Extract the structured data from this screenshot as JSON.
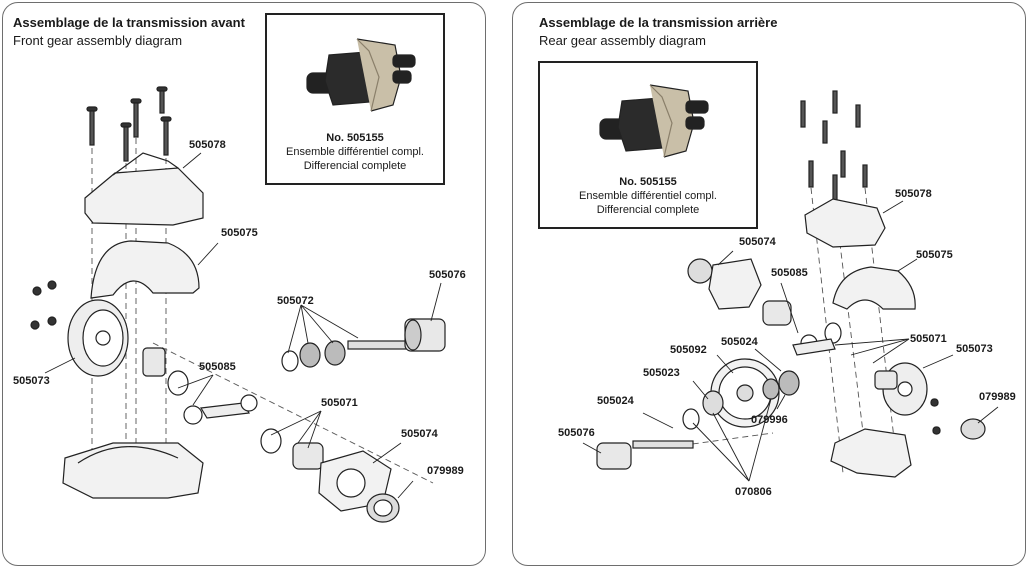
{
  "front": {
    "title_fr": "Assemblage de la transmission avant",
    "title_en": "Front gear assembly diagram",
    "inset": {
      "number": "No. 505155",
      "name_fr": "Ensemble différentiel compl.",
      "name_en": "Differencial complete"
    },
    "labels": {
      "p505078": "505078",
      "p505075": "505075",
      "p505076": "505076",
      "p505072": "505072",
      "p505073": "505073",
      "p505085": "505085",
      "p505071": "505071",
      "p505074": "505074",
      "p079989": "079989"
    }
  },
  "rear": {
    "title_fr": "Assemblage de la transmission arrière",
    "title_en": "Rear gear assembly diagram",
    "inset": {
      "number": "No. 505155",
      "name_fr": "Ensemble différentiel compl.",
      "name_en": "Differencial complete"
    },
    "labels": {
      "p505078": "505078",
      "p505074": "505074",
      "p505075": "505075",
      "p505085": "505085",
      "p505071": "505071",
      "p505024a": "505024",
      "p505092": "505092",
      "p505073": "505073",
      "p505023": "505023",
      "p505024b": "505024",
      "p079996": "079996",
      "p079989": "079989",
      "p505076": "505076",
      "p070806": "070806"
    }
  }
}
